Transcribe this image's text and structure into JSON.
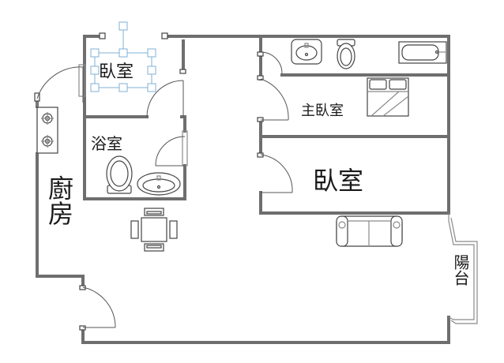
{
  "rooms": {
    "bedroom_top_left": "臥室",
    "master_bedroom": "主臥室",
    "bedroom_main": "臥室",
    "bathroom": "浴室",
    "kitchen": "廚房",
    "balcony": "陽台"
  },
  "colors": {
    "wall": "#6e6e6e",
    "selection": "#7fb0d6",
    "text": "#1a1a1a"
  },
  "icons": [
    "stove-icon",
    "toilet-icon",
    "sink-icon",
    "bathtub-icon",
    "bed-icon",
    "sofa-icon",
    "dining-table-icon",
    "door-swing-icon"
  ]
}
